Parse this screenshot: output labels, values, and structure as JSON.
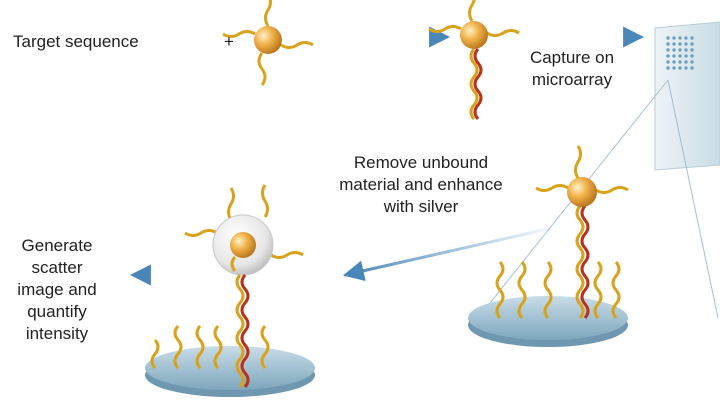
{
  "labels": {
    "target": "Target sequence",
    "plus": "+",
    "capture_line1": "Capture on",
    "capture_line2": "microarray",
    "remove_line1": "Remove unbound",
    "remove_line2": "material and enhance",
    "remove_line3": "with silver",
    "generate_line1": "Generate",
    "generate_line2": "scatter",
    "generate_line3": "image and",
    "generate_line4": "quantify",
    "generate_line5": "intensity"
  },
  "colors": {
    "probe_strand": "#d9a21b",
    "target_strand": "#b8311d",
    "nanoparticle": "#e8a33a",
    "silver_shell": "#d9d9d9",
    "arrow": "#4a86b8",
    "substrate": "#8fb4c9",
    "microarray": "#dfe9ef",
    "microarray_dots": "#6fa0bd",
    "text": "#222222"
  }
}
